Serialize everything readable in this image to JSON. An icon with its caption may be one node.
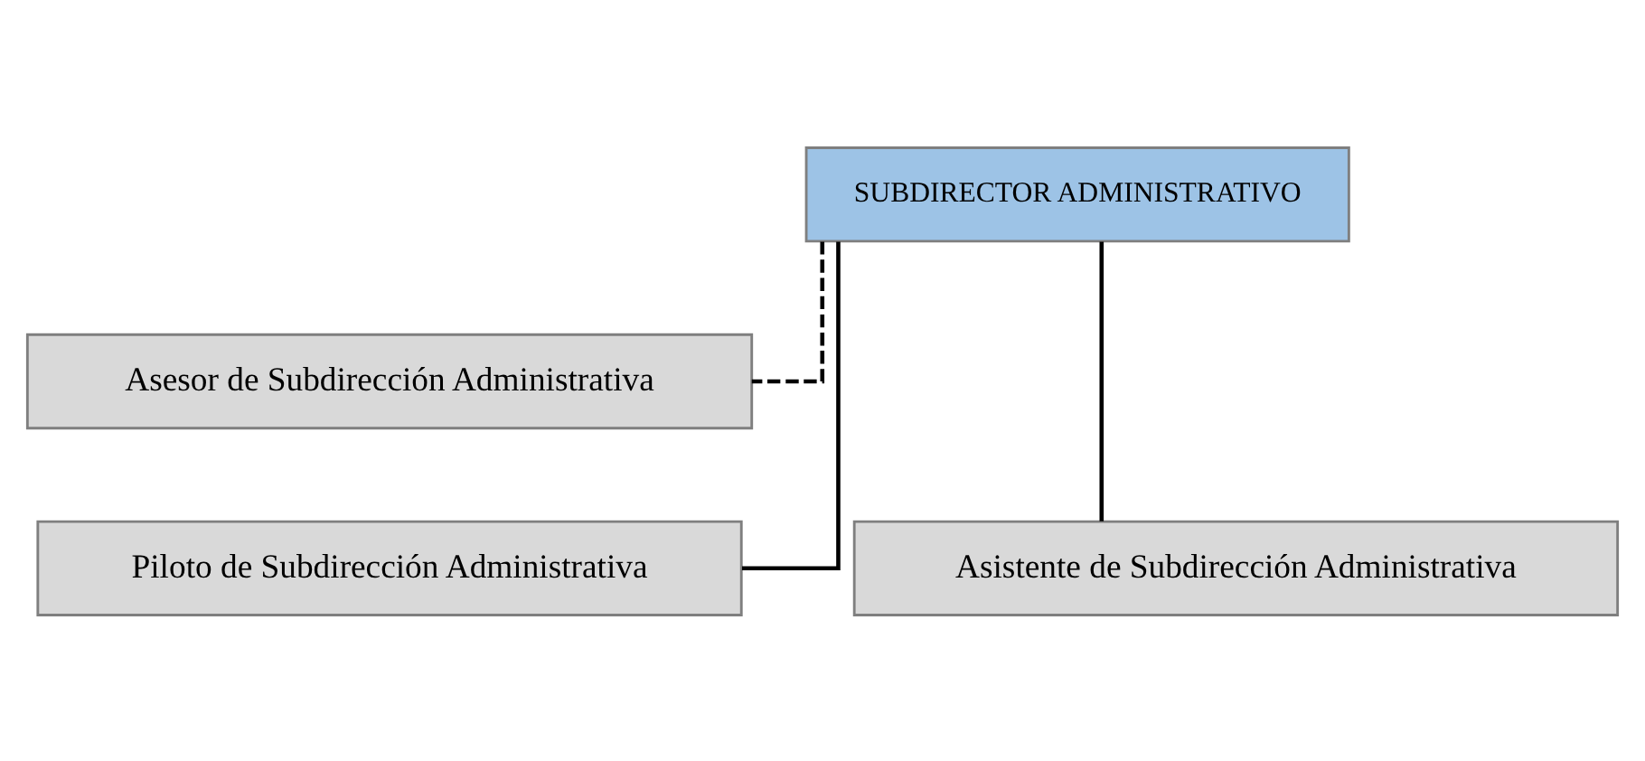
{
  "diagram": {
    "nodes": [
      {
        "text": [
          "SUBDIRECTOR ADMINISTRATIVO"
        ]
      },
      {
        "text": [
          "Asesor de Subdirección Administrativa"
        ]
      },
      {
        "text": [
          "Asistente de Subdirección Administrativa"
        ]
      },
      {
        "text": [
          "Piloto de Subdirección Administrativa"
        ]
      }
    ],
    "edges": [
      {
        "from": 0,
        "to": 1,
        "arrow": "none",
        "style": "dashed"
      },
      {
        "from": 0,
        "to": 2,
        "arrow": "none"
      },
      {
        "from": 0,
        "to": 3,
        "arrow": "none"
      }
    ]
  }
}
